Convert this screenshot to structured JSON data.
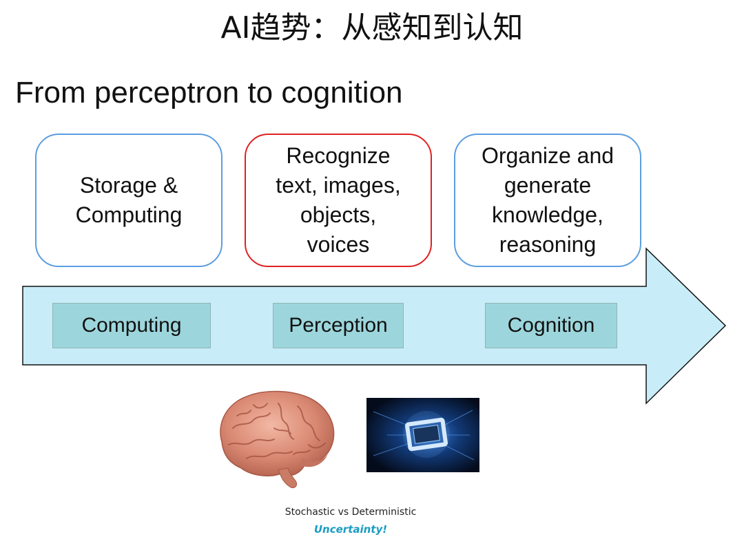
{
  "title": "AI趋势：从感知到认知",
  "subtitle": "From perceptron to cognition",
  "stages": [
    {
      "label": "Storage &\nComputing",
      "border_color": "#5b9de0"
    },
    {
      "label": "Recognize\ntext, images,\nobjects,\nvoices",
      "border_color": "#e02020"
    },
    {
      "label": "Organize and\ngenerate\nknowledge,\nreasoning",
      "border_color": "#5b9de0"
    }
  ],
  "phases": [
    "Computing",
    "Perception",
    "Cognition"
  ],
  "images": [
    {
      "icon": "brain-image"
    },
    {
      "icon": "microchip-image"
    }
  ],
  "caption": {
    "line1": "Stochastic vs Deterministic",
    "line2": "Uncertainty!"
  },
  "colors": {
    "arrow_fill": "#c8edf8",
    "phase_fill": "#9cd6dc",
    "accent_text": "#1a9cc4"
  }
}
